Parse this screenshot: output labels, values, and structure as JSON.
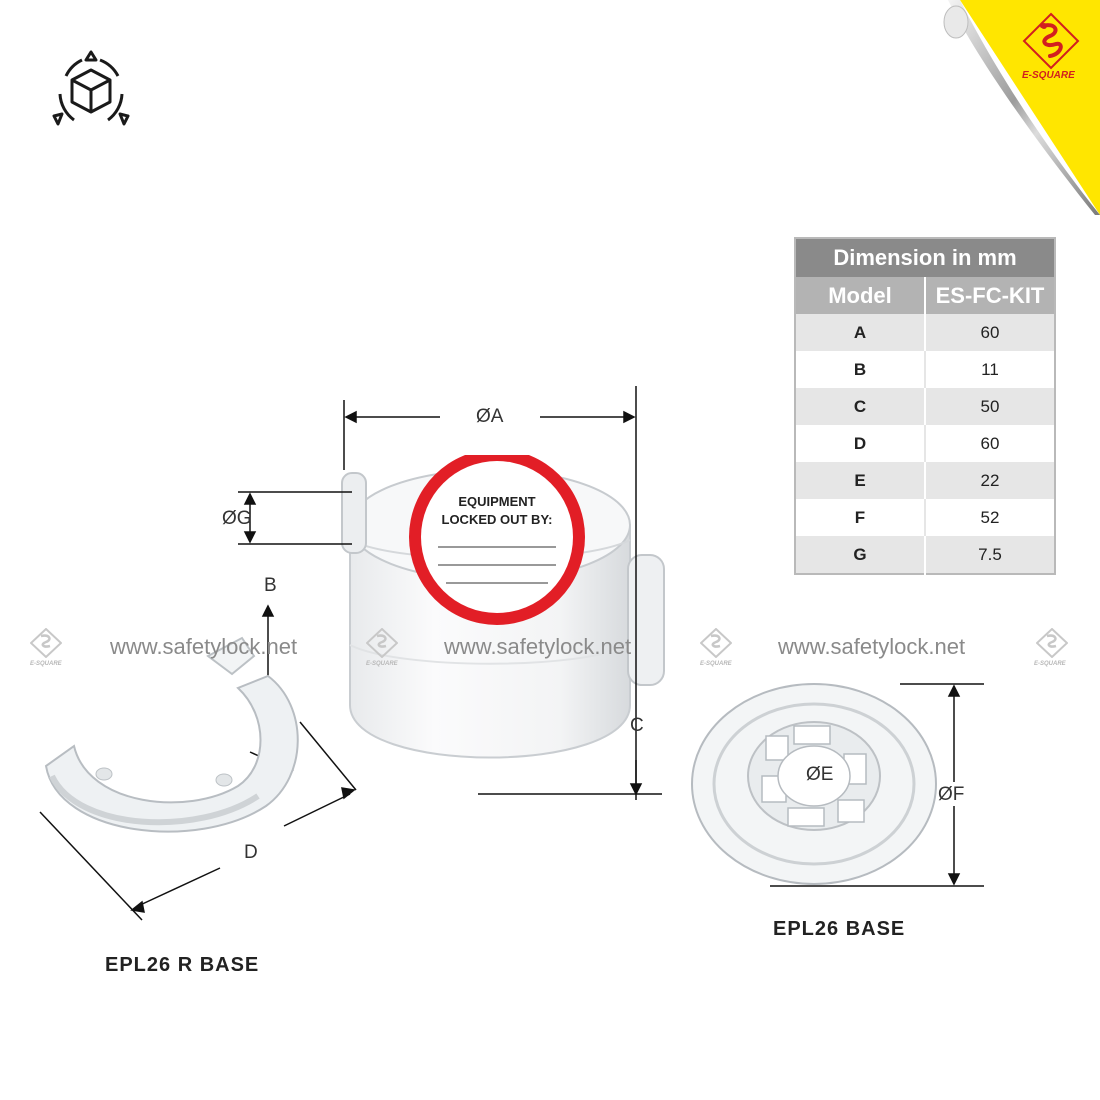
{
  "brand": {
    "name": "E-SQUARE",
    "colors": {
      "red": "#d21f1f",
      "yellow": "#ffe600"
    }
  },
  "icons": {
    "top_left": "3d-box-rotate-icon",
    "logo": "e-square-dragon-logo-icon"
  },
  "table": {
    "title": "Dimension in mm",
    "header": {
      "left": "Model",
      "right": "ES-FC-KIT"
    },
    "rows": [
      {
        "key": "A",
        "value": "60"
      },
      {
        "key": "B",
        "value": "11"
      },
      {
        "key": "C",
        "value": "50"
      },
      {
        "key": "D",
        "value": "60"
      },
      {
        "key": "E",
        "value": "22"
      },
      {
        "key": "F",
        "value": "52"
      },
      {
        "key": "G",
        "value": "7.5"
      }
    ]
  },
  "watermark": {
    "url": "www.safetylock.net",
    "brand": "E-SQUARE"
  },
  "label": {
    "line1": "EQUIPMENT",
    "line2": "LOCKED OUT BY:"
  },
  "dimensions": {
    "a": "ØA",
    "g": "ØG",
    "c": "C",
    "b": "B",
    "d": "D",
    "e": "ØE",
    "f": "ØF"
  },
  "captions": {
    "left": "EPL26 R BASE",
    "right": "EPL26 BASE"
  }
}
